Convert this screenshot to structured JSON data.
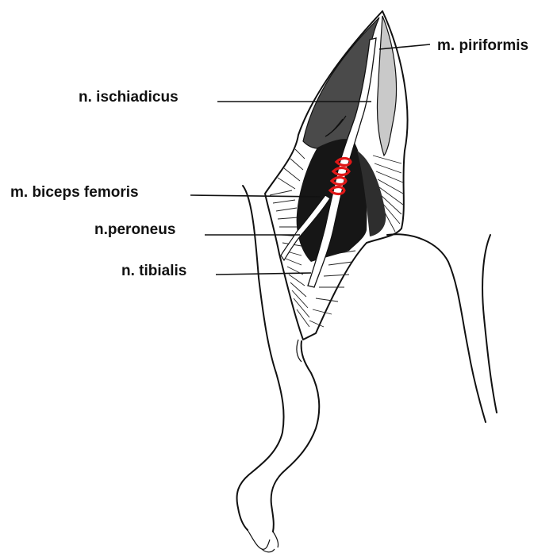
{
  "labels": {
    "piriformis": "m. piriformis",
    "ischiadicus": "n. ischiadicus",
    "biceps_femoris": "m. biceps femoris",
    "peroneus": "n.peroneus",
    "tibialis": "n. tibialis"
  },
  "colors": {
    "muscle_dark": "#4a4a4a",
    "muscle_black": "#161616",
    "piriformis_light": "#c9c9c9",
    "nerve": "#ffffff",
    "suture": "#e01818",
    "outline": "#111111"
  }
}
